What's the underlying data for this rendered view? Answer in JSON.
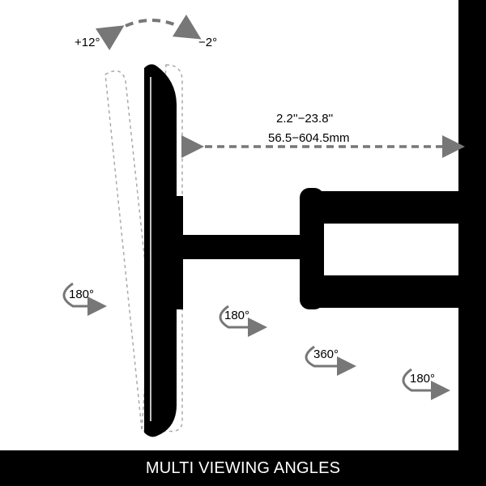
{
  "tilt": {
    "up_label": "+12°",
    "down_label": "−2°"
  },
  "extension": {
    "inches_label": "2.2''−23.8''",
    "mm_label": "56.5−604.5mm"
  },
  "rotations": {
    "screen_swivel": "180°",
    "arm_swivel_1": "180°",
    "arm_rotation": "360°",
    "arm_swivel_2": "180°"
  },
  "banner": {
    "title": "MULTI VIEWING ANGLES"
  },
  "colors": {
    "mount": "#000000",
    "arrow": "#777777",
    "ghost": "#aaaaaa",
    "background": "#ffffff"
  }
}
